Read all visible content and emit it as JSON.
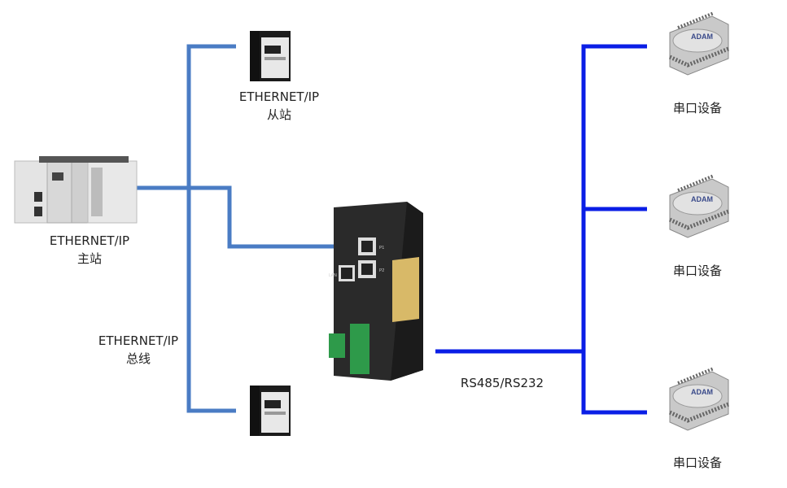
{
  "colors": {
    "ethernet_line": "#4a7cc4",
    "serial_line": "#0a1ee6"
  },
  "labels": {
    "slave_line1": "ETHERNET/IP",
    "slave_line2": "从站",
    "master_line1": "ETHERNET/IP",
    "master_line2": "主站",
    "bus_line1": "ETHERNET/IP",
    "bus_line2": "总线",
    "serial_bus": "RS485/RS232",
    "serial_device_1": "串口设备",
    "serial_device_2": "串口设备",
    "serial_device_3": "串口设备"
  },
  "devices": {
    "serial_module_brand": "ADAM",
    "gateway_ports": [
      "P1",
      "P2",
      "LAN"
    ]
  }
}
